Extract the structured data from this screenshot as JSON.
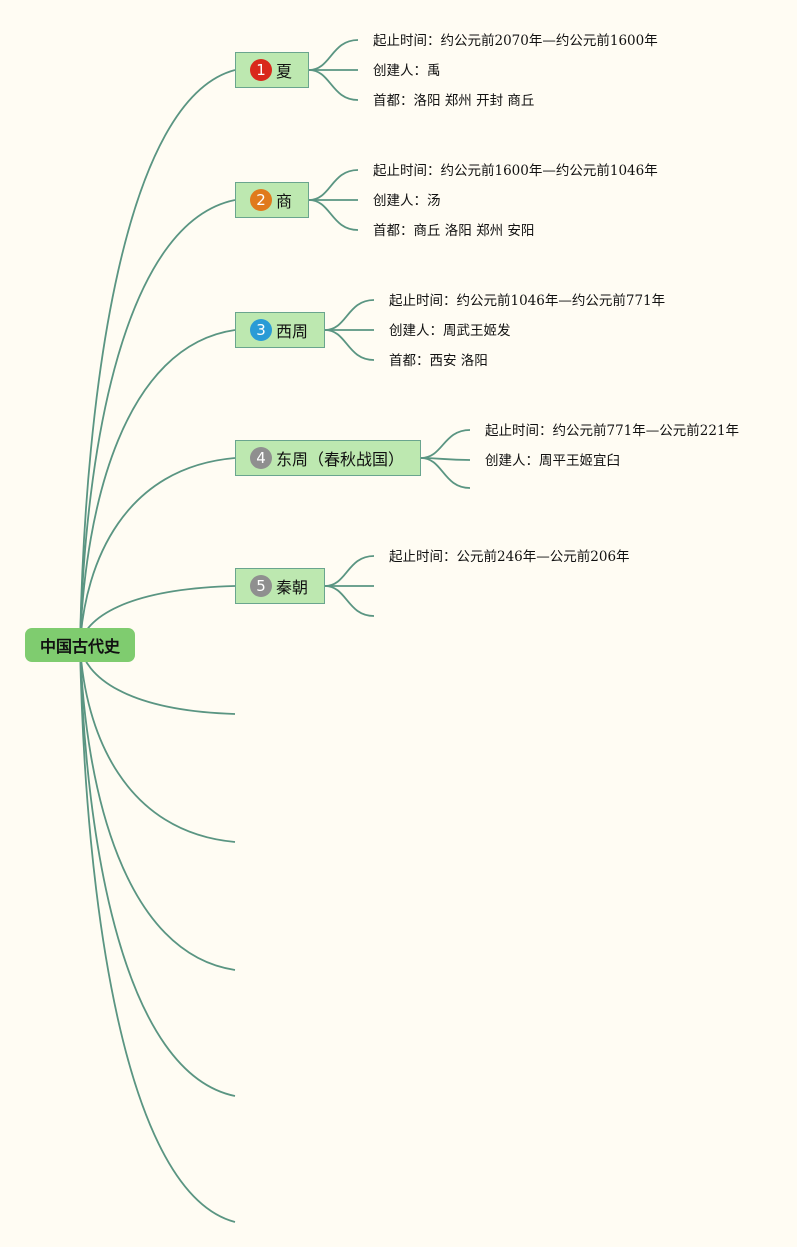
{
  "root": {
    "label": "中国古代史"
  },
  "branches": [
    {
      "number": "1",
      "label": "夏",
      "badge_color": "#d9281b",
      "leaves": [
        "起止时间：约公元前2070年—约公元前1600年",
        "创建人：禹",
        "首都：洛阳 郑州 开封 商丘"
      ]
    },
    {
      "number": "2",
      "label": "商",
      "badge_color": "#e07a1c",
      "leaves": [
        "起止时间：约公元前1600年—约公元前1046年",
        "创建人：汤",
        "首都：商丘 洛阳 郑州 安阳"
      ]
    },
    {
      "number": "3",
      "label": "西周",
      "badge_color": "#2a9bd6",
      "leaves": [
        "起止时间：约公元前1046年—约公元前771年",
        "创建人：周武王姬发",
        "首都：西安 洛阳"
      ]
    },
    {
      "number": "4",
      "label": "东周（春秋战国）",
      "badge_color": "#8f8f8f",
      "leaves": [
        "起止时间：约公元前771年—公元前221年",
        "创建人：周平王姬宜臼",
        ""
      ]
    },
    {
      "number": "5",
      "label": "秦朝",
      "badge_color": "#8f8f8f",
      "leaves": [
        "起止时间：公元前246年—公元前206年",
        "",
        ""
      ]
    }
  ],
  "colors": {
    "line": "#5a9582",
    "root_bg": "#7fcc6f",
    "branch_bg": "#bde8b0"
  }
}
